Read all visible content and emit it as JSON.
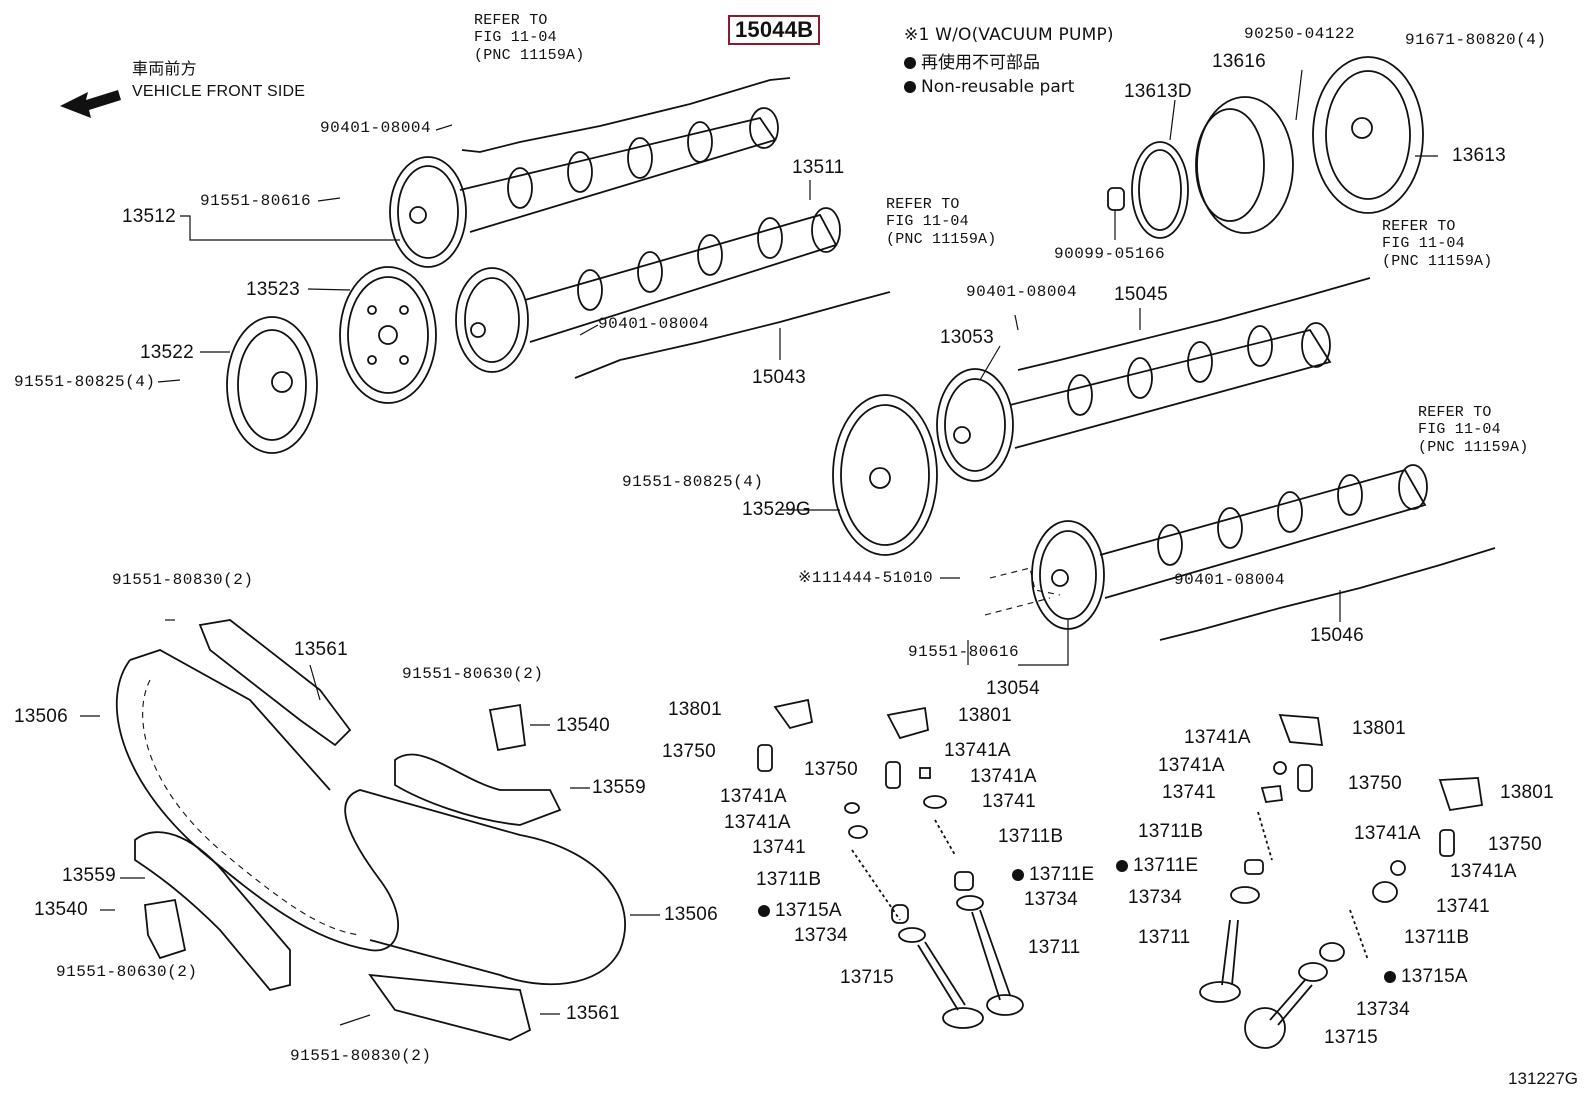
{
  "legend": {
    "note1": "※1 W/O(VACUUM PUMP)",
    "nonreuse_jp": "再使用不可部品",
    "nonreuse_en": "Non-reusable part"
  },
  "direction": {
    "jp": "車両前方",
    "en": "VEHICLE FRONT SIDE"
  },
  "highlight_part": "15044B",
  "refer": [
    {
      "line1": "REFER TO",
      "line2": "FIG 11-04",
      "line3": "(PNC 11159A)"
    },
    {
      "line1": "REFER TO",
      "line2": "FIG 11-04",
      "line3": "(PNC 11159A)"
    },
    {
      "line1": "REFER TO",
      "line2": "FIG 11-04",
      "line3": "(PNC 11159A)"
    },
    {
      "line1": "REFER TO",
      "line2": "FIG 11-04",
      "line3": "(PNC 11159A)"
    }
  ],
  "parts": {
    "p90401_a": "90401-08004",
    "p91551_80616_a": "91551-80616",
    "p13512": "13512",
    "p13511": "13511",
    "p13523": "13523",
    "p13522": "13522",
    "p91551_80825_a": "91551-80825(4)",
    "p90401_b": "90401-08004",
    "p15043": "15043",
    "p13613D": "13613D",
    "p13616": "13616",
    "p90250": "90250-04122",
    "p91671": "91671-80820(4)",
    "p13613": "13613",
    "p90099": "90099-05166",
    "p90401_c": "90401-08004",
    "p15045": "15045",
    "p13053": "13053",
    "p91551_80825_b": "91551-80825(4)",
    "p13529G": "13529G",
    "p11444": "※111444-51010",
    "p91551_80616_b": "91551-80616",
    "p13054": "13054",
    "p90401_d": "90401-08004",
    "p15046": "15046",
    "p91551_80830_a": "91551-80830(2)",
    "p13561_a": "13561",
    "p13506_a": "13506",
    "p91551_80630_a": "91551-80630(2)",
    "p13540_a": "13540",
    "p13559_a": "13559",
    "p13559_b": "13559",
    "p13540_b": "13540",
    "p91551_80630_b": "91551-80630(2)",
    "p13506_b": "13506",
    "p13561_b": "13561",
    "p91551_80830_b": "91551-80830(2)",
    "v1": {
      "p13801": "13801",
      "p13750": "13750",
      "p13741A_1": "13741A",
      "p13741A_2": "13741A",
      "p13741": "13741",
      "p13711B": "13711B",
      "p13715A": "13715A",
      "p13734": "13734",
      "p13715": "13715"
    },
    "v2": {
      "p13801": "13801",
      "p13750": "13750",
      "p13741A_1": "13741A",
      "p13741A_2": "13741A",
      "p13741": "13741",
      "p13711B": "13711B",
      "p13711E": "13711E",
      "p13734": "13734",
      "p13711": "13711"
    },
    "v3": {
      "p13741A_1": "13741A",
      "p13801": "13801",
      "p13741A_2": "13741A",
      "p13750": "13750",
      "p13741": "13741",
      "p13711B": "13711B",
      "p13711E": "13711E",
      "p13734": "13734",
      "p13711": "13711"
    },
    "v4": {
      "p13801": "13801",
      "p13741A_1": "13741A",
      "p13750": "13750",
      "p13741A_2": "13741A",
      "p13741": "13741",
      "p13711B": "13711B",
      "p13715A": "13715A",
      "p13734": "13734",
      "p13715": "13715"
    }
  },
  "figure_code": "131227G"
}
